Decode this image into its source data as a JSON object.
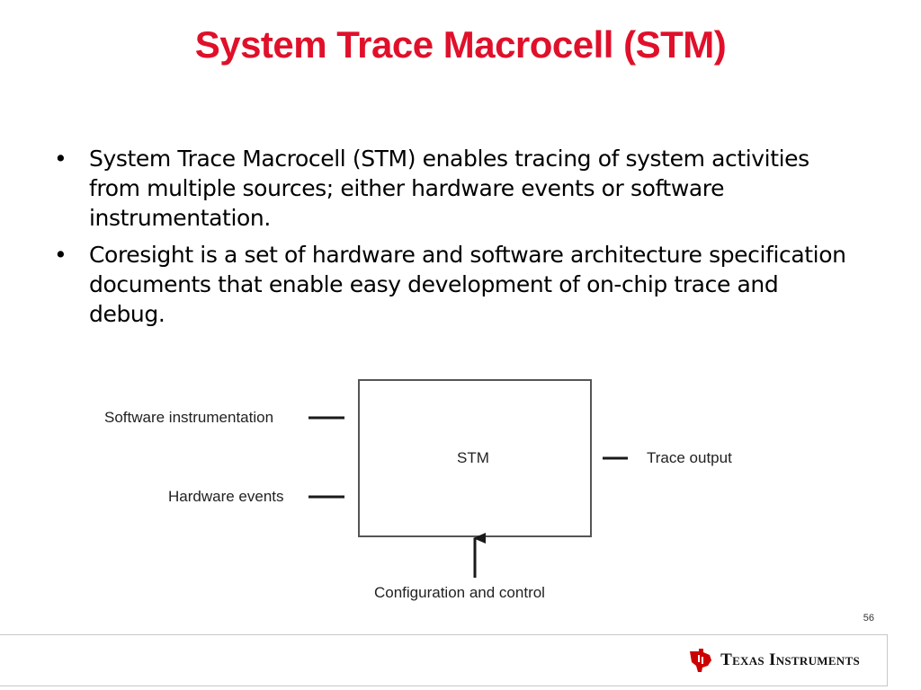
{
  "slide": {
    "title": "System Trace Macrocell (STM)",
    "bullets": [
      {
        "marker": "•",
        "text": "System Trace Macrocell (STM) enables tracing of system activities from multiple sources; either hardware events or software instrumentation."
      },
      {
        "marker": "•",
        "text": "Coresight is a set of hardware and software architecture specification  documents that enable easy development of on-chip trace and debug."
      }
    ],
    "page_number": "56"
  },
  "diagram": {
    "block_label": "STM",
    "inputs": [
      "Software instrumentation",
      "Hardware events"
    ],
    "output": "Trace output",
    "control": "Configuration and control",
    "colors": {
      "line": "#1a1a1a",
      "box_border": "#555555"
    }
  },
  "footer": {
    "logo_icon": "texas-instruments-logo-icon",
    "company": "Texas Instruments",
    "colors": {
      "logo_red": "#cc0000"
    }
  }
}
